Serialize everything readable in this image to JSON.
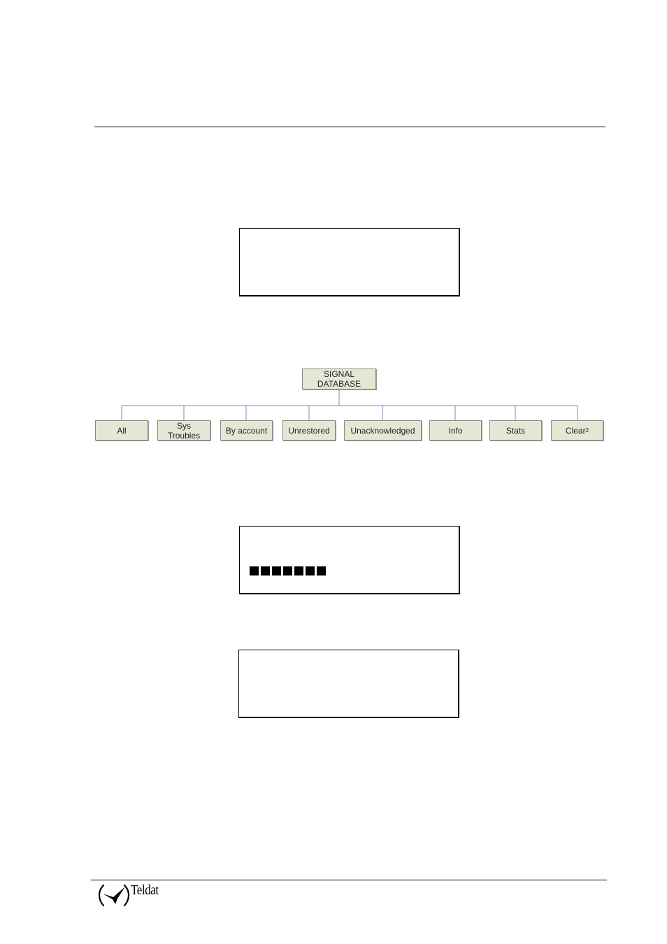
{
  "diagram": {
    "root": "SIGNAL\nDATABASE",
    "children": [
      "All",
      "Sys\nTroubles",
      "By account",
      "Unrestored",
      "Unacknowledged",
      "Info",
      "Stats",
      "Clear"
    ],
    "clear_footnote": "2"
  },
  "lcd_progress": {
    "filled_blocks": 7
  },
  "footer": {
    "logo_text": "Teldat"
  }
}
